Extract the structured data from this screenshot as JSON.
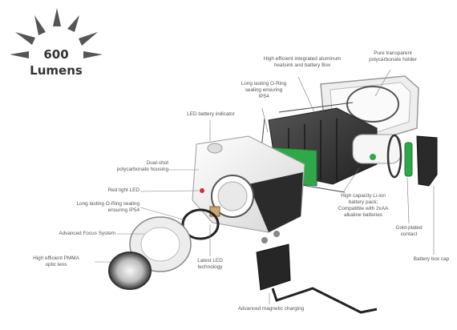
{
  "badge": {
    "value": "600",
    "unit": "Lumens",
    "icon": "sun-rays-icon",
    "color": "#555555"
  },
  "labels": {
    "heatsink": [
      "High efficient  integrated aluminum",
      "heatsink and battery Box"
    ],
    "holder": [
      "Pure transparent",
      "polycarbonate holder"
    ],
    "oring_top": [
      "Long lasting  O-Ring",
      "sealing ensuring",
      "IP54"
    ],
    "battery_indicator": [
      "LED battery indicator"
    ],
    "housing": [
      "Dual-shot",
      "polycarbonate housing"
    ],
    "red_led": [
      "Red light LED"
    ],
    "oring_left": [
      "Long lasting  O-Ring sealing",
      "ensuring  IP54"
    ],
    "focus": [
      "Advanced Focus System"
    ],
    "lens": [
      "High efficient PMMA",
      "optic lens"
    ],
    "latest_led": [
      "Latest LED",
      "technology"
    ],
    "battery_pack": [
      "High capacity Li-ion",
      "battery pack;",
      "Compatible with 2xAA",
      "alkaline batteries"
    ],
    "contact": [
      "Gold-plated",
      "contact"
    ],
    "cap": [
      "Battery box cap"
    ],
    "charging": [
      "Advanced magnetic charging"
    ]
  },
  "colors": {
    "pcb_green": "#2fa84a",
    "heatsink_dark": "#3a3a3a",
    "housing_white": "#f2f2f2",
    "leader_line": "#7a7a7a"
  }
}
